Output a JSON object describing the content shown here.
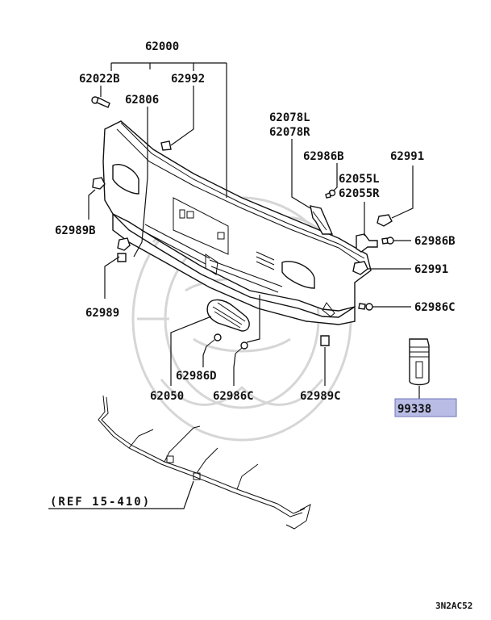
{
  "labels": {
    "p62000": "62000",
    "p62022b": "62022B",
    "p62992": "62992",
    "p62806": "62806",
    "p62078l": "62078L",
    "p62078r": "62078R",
    "p62986b_a": "62986B",
    "p62991_a": "62991",
    "p62055l": "62055L",
    "p62055r": "62055R",
    "p62986b_b": "62986B",
    "p62989b": "62989B",
    "p62991_b": "62991",
    "p62989": "62989",
    "p62986c_a": "62986C",
    "p62986d": "62986D",
    "p62050": "62050",
    "p62986c_b": "62986C",
    "p62989c": "62989C",
    "p99338": "99338",
    "ref": "(REF 15-410)",
    "code": "3N2AC52"
  },
  "colors": {
    "highlight_fill": "#b9bde6",
    "highlight_stroke": "#6f74b8",
    "line": "#111111",
    "watermark": "#d6d6d6"
  }
}
